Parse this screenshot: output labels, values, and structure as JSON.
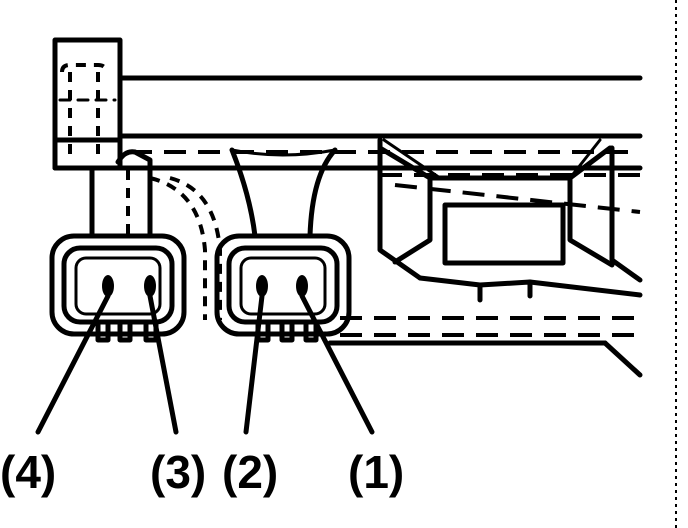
{
  "callouts": [
    {
      "id": "4",
      "label": "(4)"
    },
    {
      "id": "3",
      "label": "(3)"
    },
    {
      "id": "2",
      "label": "(2)"
    },
    {
      "id": "1",
      "label": "(1)"
    }
  ]
}
